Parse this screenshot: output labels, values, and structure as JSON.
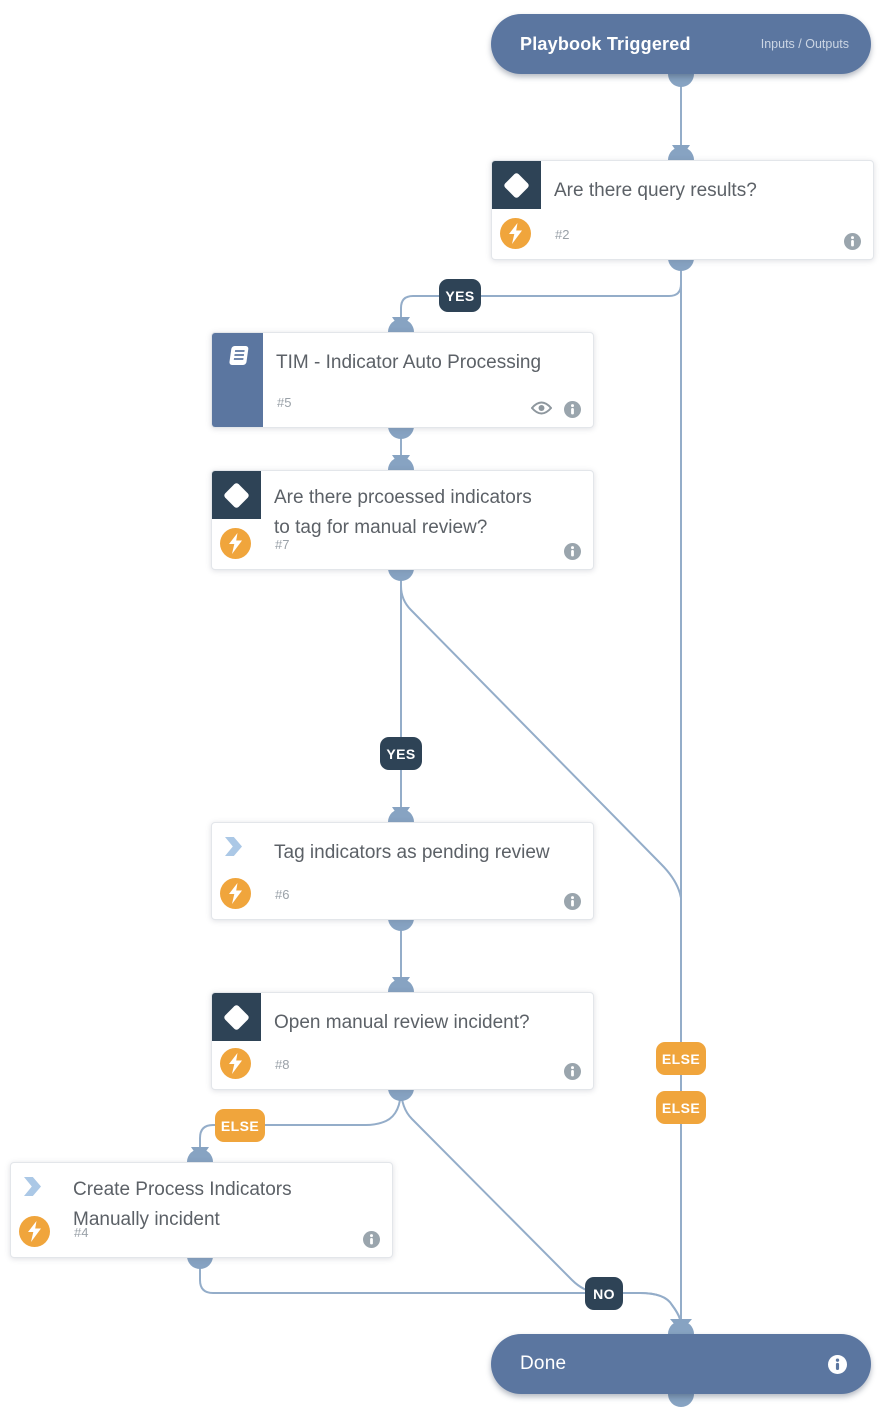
{
  "trigger": {
    "title": "Playbook Triggered",
    "io_link": "Inputs / Outputs"
  },
  "done": {
    "title": "Done"
  },
  "tasks": {
    "cond_query": {
      "title": "Are there query results?",
      "num": "#2"
    },
    "tim": {
      "title": "TIM - Indicator Auto Processing",
      "num": "#5"
    },
    "cond_processed": {
      "title": "Are there prcoessed indicators to tag for manual review?",
      "num": "#7"
    },
    "tag_pending": {
      "title": "Tag indicators as pending review",
      "num": "#6"
    },
    "cond_open_incident": {
      "title": "Open manual review incident?",
      "num": "#8"
    },
    "create_manual": {
      "title": "Create Process Indicators Manually incident",
      "num": "#4"
    }
  },
  "branch_labels": {
    "yes_query": "YES",
    "yes_processed": "YES",
    "else_left": "ELSE",
    "else_right_1": "ELSE",
    "else_right_2": "ELSE",
    "no": "NO"
  },
  "colors": {
    "node_slate": "#5b76a0",
    "condition_navy": "#2e4356",
    "label_orange": "#f0a53c",
    "connector_line": "#94adc9",
    "connector_solid": "#87a3c2"
  }
}
